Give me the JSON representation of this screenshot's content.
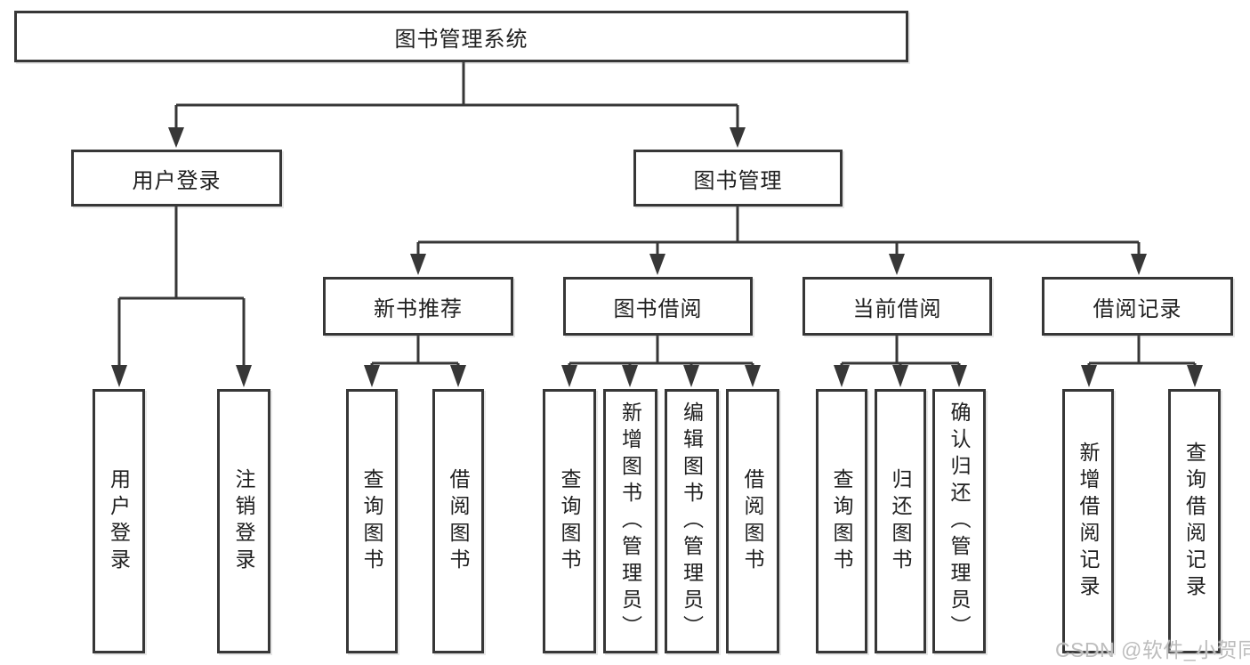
{
  "diagram": {
    "title": "图书管理系统",
    "root": {
      "label": "图书管理系统"
    },
    "l2": [
      {
        "label": "用户登录"
      },
      {
        "label": "图书管理"
      }
    ],
    "l3": [
      {
        "label": "新书推荐"
      },
      {
        "label": "图书借阅"
      },
      {
        "label": "当前借阅"
      },
      {
        "label": "借阅记录"
      }
    ],
    "leaves": [
      {
        "label": "用户登录",
        "parent": "用户登录"
      },
      {
        "label": "注销登录",
        "parent": "用户登录"
      },
      {
        "label": "查询图书",
        "parent": "新书推荐"
      },
      {
        "label": "借阅图书",
        "parent": "新书推荐"
      },
      {
        "label": "查询图书",
        "parent": "图书借阅"
      },
      {
        "label": "新增图书（管理员）",
        "parent": "图书借阅"
      },
      {
        "label": "编辑图书（管理员）",
        "parent": "图书借阅"
      },
      {
        "label": "借阅图书",
        "parent": "图书借阅"
      },
      {
        "label": "查询图书",
        "parent": "当前借阅"
      },
      {
        "label": "归还图书",
        "parent": "当前借阅"
      },
      {
        "label": "确认归还（管理员）",
        "parent": "当前借阅"
      },
      {
        "label": "新增借阅记录",
        "parent": "借阅记录"
      },
      {
        "label": "查询借阅记录",
        "parent": "借阅记录"
      }
    ]
  },
  "watermark": {
    "text": "CSDN @软件_小贺同学"
  },
  "colors": {
    "line": "#373737",
    "box_border": "#373737",
    "text": "#202020",
    "background": "#ffffff",
    "watermark": "#bdbdbd"
  }
}
